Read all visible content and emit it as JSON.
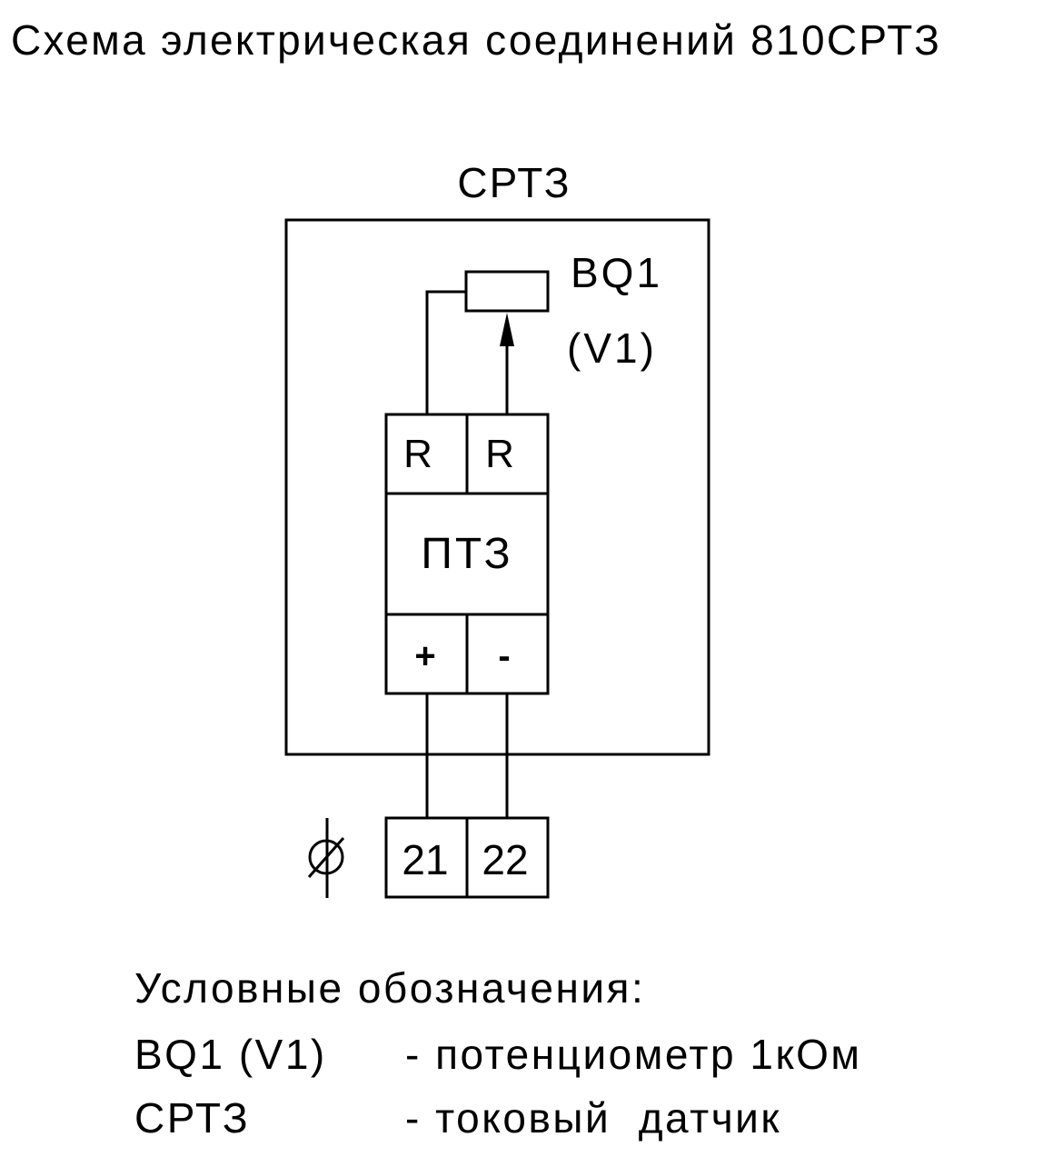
{
  "title": "Схема электрическая соединений 810СРТЗ",
  "enclosure": {
    "label": "СРТЗ"
  },
  "potentiometer": {
    "designation": "BQ1",
    "alt_designation": "(V1)"
  },
  "converter": {
    "name": "ПТЗ",
    "terminals_top": [
      "R",
      "R"
    ],
    "terminals_bottom": [
      "+",
      "-"
    ]
  },
  "terminal_block": {
    "symbol": "⌀",
    "terminals": [
      "21",
      "22"
    ]
  },
  "legend": {
    "heading": "Условные обозначения:",
    "entries": [
      {
        "code": "BQ1 (V1)",
        "description": "- потенциометр 1кОм"
      },
      {
        "code": "СРТЗ",
        "description": "- токовый  датчик"
      }
    ]
  },
  "colors": {
    "line": "#000000",
    "background": "#ffffff"
  }
}
